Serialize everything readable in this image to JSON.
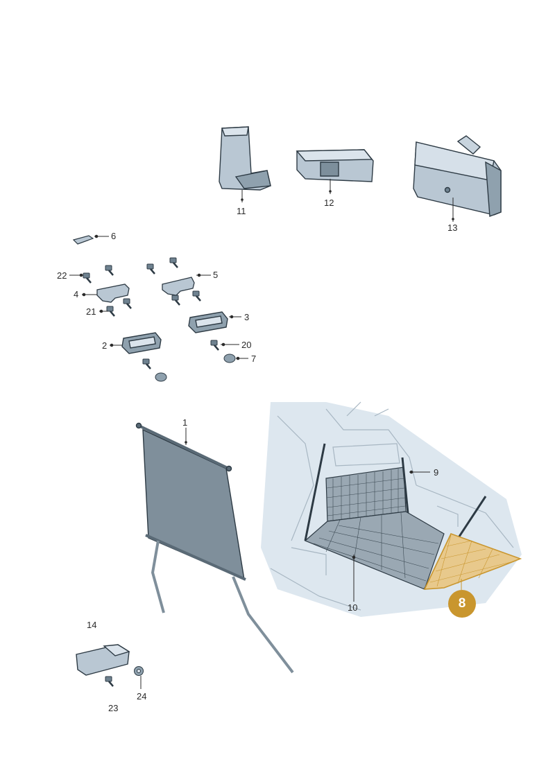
{
  "callouts": {
    "c1": "1",
    "c2": "2",
    "c3": "3",
    "c4": "4",
    "c5": "5",
    "c6": "6",
    "c7": "7",
    "c8": "8",
    "c9": "9",
    "c10": "10",
    "c11": "11",
    "c12": "12",
    "c13": "13",
    "c14": "14",
    "c20": "20",
    "c21": "21",
    "c22": "22",
    "c23": "23",
    "c24": "24"
  },
  "colors": {
    "part_fill": "#b9c7d3",
    "part_dark": "#6f8290",
    "outline": "#2d3a44",
    "highlight_part": "#e8c98c",
    "highlight_badge": "#c9962e",
    "trunk_shade": "#dde7ef"
  }
}
